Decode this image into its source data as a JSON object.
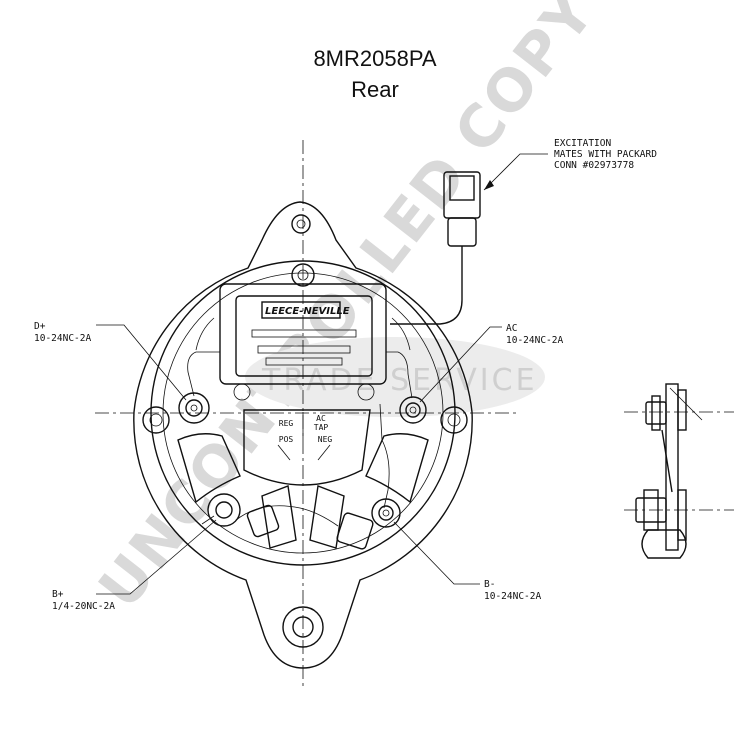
{
  "title": {
    "part_number": "8MR2058PA",
    "view": "Rear"
  },
  "callouts": {
    "excitation": [
      "EXCITATION",
      "MATES WITH PACKARD",
      "CONN #02973778"
    ],
    "d_plus": [
      "D+",
      "10-24NC-2A"
    ],
    "ac": [
      "AC",
      "10-24NC-2A"
    ],
    "b_plus": [
      "B+",
      "1/4-20NC-2A"
    ],
    "b_minus": [
      "B-",
      "10-24NC-2A"
    ]
  },
  "regulator": {
    "brand": "LEECE-NEVILLE",
    "labels": {
      "reg": "REG",
      "ac": "AC",
      "tap": "TAP",
      "pos": "POS",
      "neg": "NEG"
    }
  },
  "watermark": {
    "main": "UNCONTROLLED COPY",
    "secondary": "TRADE SERVICE"
  }
}
